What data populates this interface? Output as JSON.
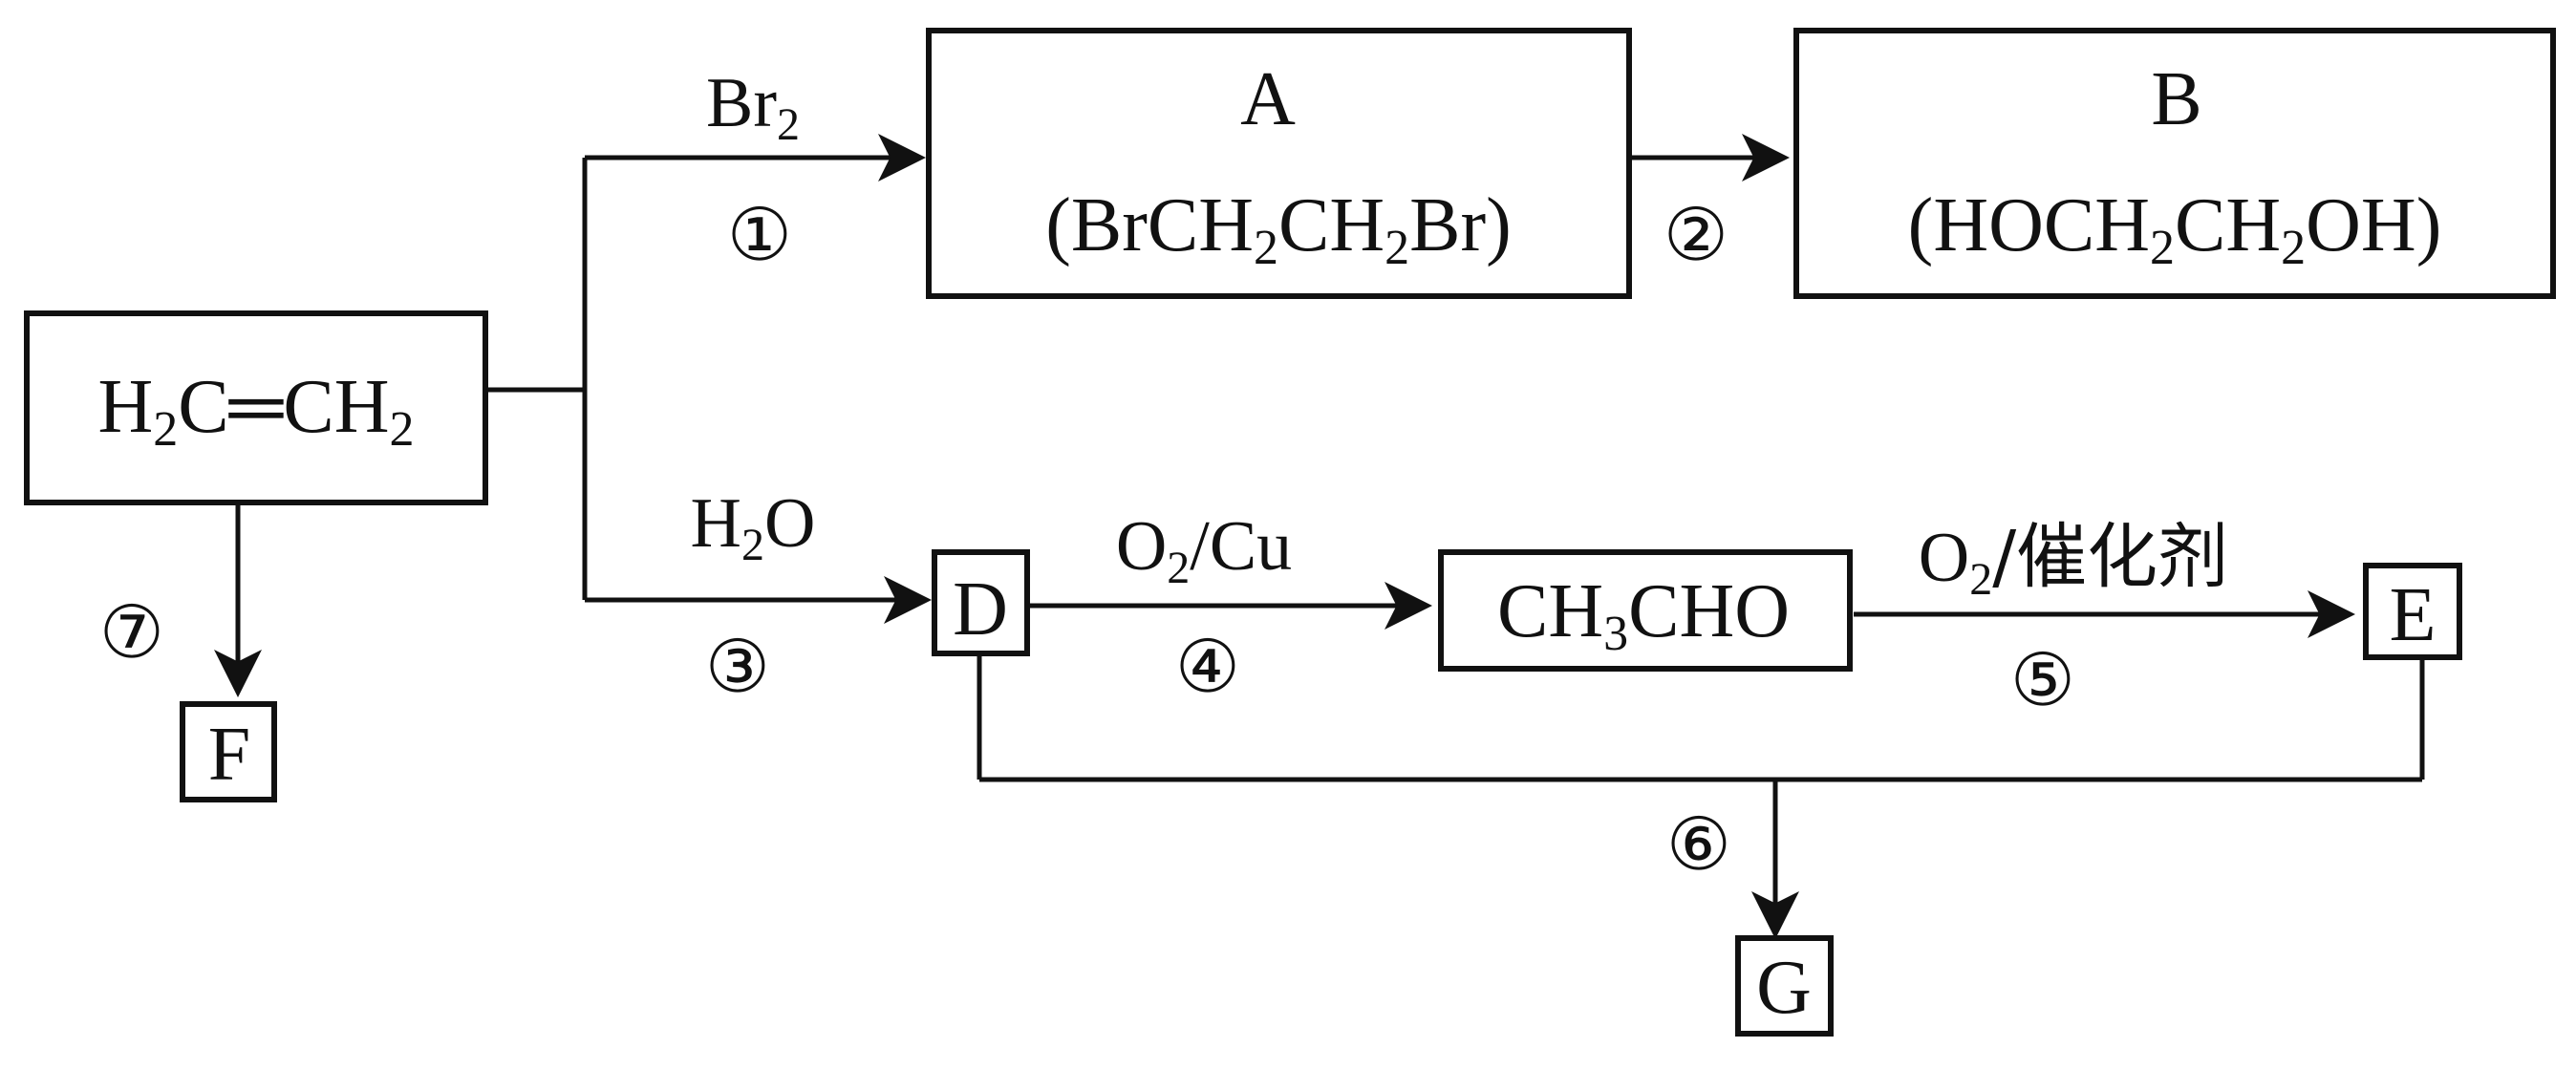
{
  "ethylene": {
    "pre": "H",
    "sub1": "2",
    "mid": "C",
    "bond": "═",
    "post": "CH",
    "sub2": "2"
  },
  "box_a": {
    "letter": "A",
    "f1": "(BrCH",
    "s1": "2",
    "f2": "CH",
    "s2": "2",
    "f3": "Br)"
  },
  "box_b": {
    "letter": "B",
    "f1": "(HOCH",
    "s1": "2",
    "f2": "CH",
    "s2": "2",
    "f3": "OH)"
  },
  "box_d": "D",
  "box_ch3cho": {
    "f1": "CH",
    "s1": "3",
    "f2": "CHO"
  },
  "box_e": "E",
  "box_f": "F",
  "box_g": "G",
  "reagents": {
    "br2": {
      "base": "Br",
      "sub": "2"
    },
    "h2o": {
      "pre": "H",
      "sub": "2",
      "post": "O"
    },
    "o2cu": {
      "pre": "O",
      "sub": "2",
      "post": "/Cu"
    },
    "o2cat": {
      "pre": "O",
      "sub": "2",
      "post": "/催化剂"
    }
  },
  "steps": {
    "s1": "①",
    "s2": "②",
    "s3": "③",
    "s4": "④",
    "s5": "⑤",
    "s6": "⑥",
    "s7": "⑦"
  }
}
